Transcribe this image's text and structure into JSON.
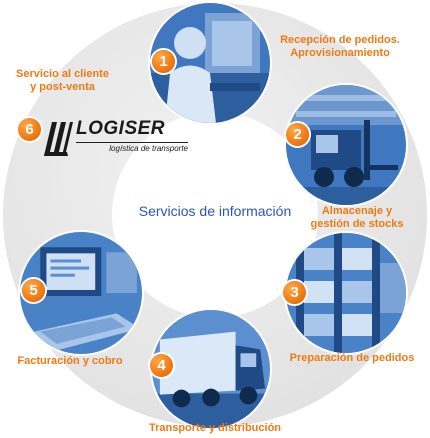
{
  "center": {
    "label": "Servicios de información"
  },
  "steps": [
    {
      "number": "1",
      "label_lines": [
        "Recepción de pedidos.",
        "Aprovisionamiento"
      ],
      "photo_icon": "office-worker-photo"
    },
    {
      "number": "2",
      "label_lines": [
        "Almacenaje y",
        "gestión de stocks"
      ],
      "photo_icon": "forklift-warehouse-photo"
    },
    {
      "number": "3",
      "label_lines": [
        "Preparación de pedidos"
      ],
      "photo_icon": "warehouse-shelves-photo"
    },
    {
      "number": "4",
      "label_lines": [
        "Transporte y distribución"
      ],
      "photo_icon": "truck-photo"
    },
    {
      "number": "5",
      "label_lines": [
        "Facturación y cobro"
      ],
      "photo_icon": "computer-terminal-photo"
    },
    {
      "number": "6",
      "label_lines": [
        "Servicio al cliente",
        "y post-venta"
      ],
      "photo_icon": "logiser-logo"
    }
  ],
  "logo": {
    "name": "LOGISER",
    "tagline": "logística de transporte"
  },
  "colors": {
    "accent": "#f07a12",
    "center_text": "#2a56b8",
    "photo_tint": "#3f78c0",
    "ring": "#e6e6e6"
  }
}
